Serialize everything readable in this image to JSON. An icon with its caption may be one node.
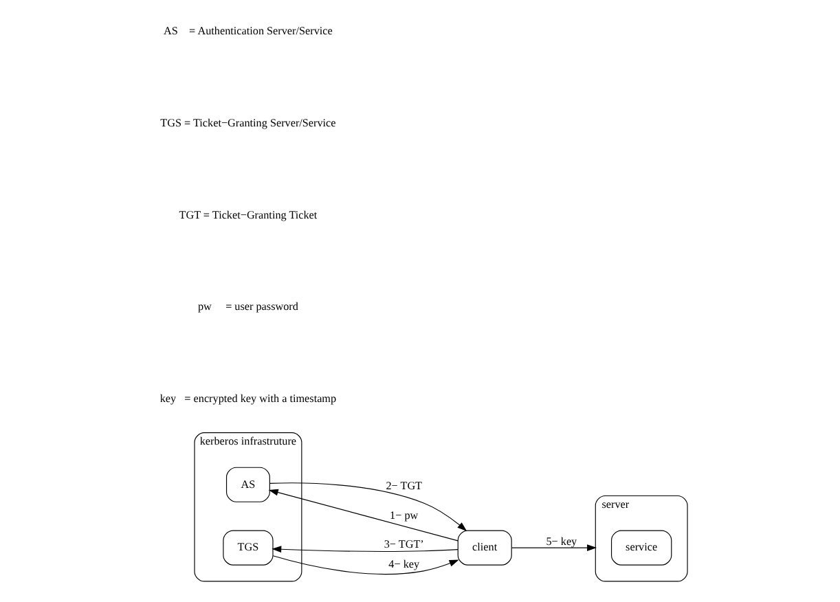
{
  "diagram": {
    "nodes": [
      {
        "text": [
          "kerberos infrastruture"
        ]
      },
      {
        "text": [
          "AS"
        ],
        "in": 0
      },
      {
        "text": [
          "TGS"
        ],
        "in": 0
      },
      {
        "text": [
          "client"
        ]
      },
      {
        "text": [
          "server"
        ]
      },
      {
        "text": [
          "service"
        ],
        "in": 4
      }
    ],
    "edges": [
      {
        "from": 3,
        "to": 1,
        "arrow": "to",
        "label": "1− pw"
      },
      {
        "from": 1,
        "to": 3,
        "arrow": "to",
        "label": "2− TGT"
      },
      {
        "from": 3,
        "to": 2,
        "arrow": "to",
        "label": "3− TGT’"
      },
      {
        "from": 2,
        "to": 3,
        "arrow": "to",
        "label": "4− key"
      },
      {
        "from": 3,
        "to": 4,
        "arrow": "to",
        "label": "5− key"
      }
    ],
    "labels": [
      "AS    = Authentication Server/Service",
      "TGS = Ticket−Granting Server/Service",
      "TGT = Ticket−Granting Ticket",
      "pw     = user password",
      "key   = encrypted key with a timestamp"
    ]
  }
}
